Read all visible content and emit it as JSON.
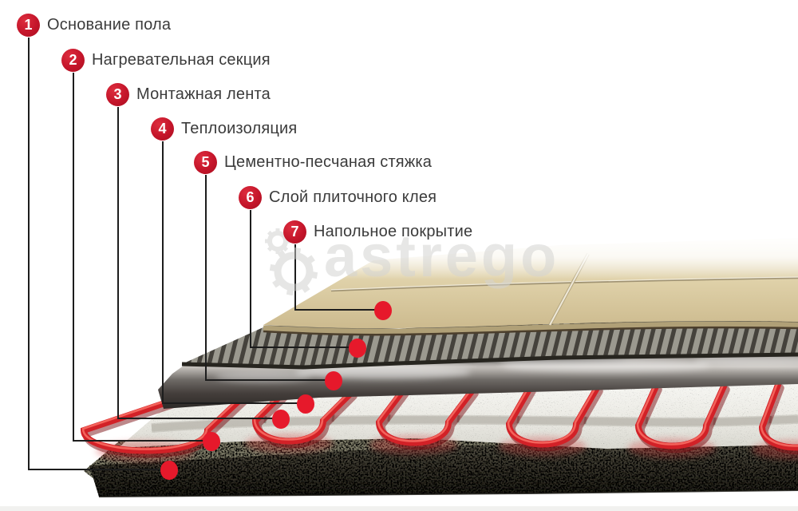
{
  "watermark": {
    "text": "astrego"
  },
  "callouts": [
    {
      "num": "1",
      "label": "Основание пола"
    },
    {
      "num": "2",
      "label": "Нагревательная секция"
    },
    {
      "num": "3",
      "label": "Монтажная лента"
    },
    {
      "num": "4",
      "label": "Теплоизоляция"
    },
    {
      "num": "5",
      "label": "Цементно-песчаная стяжка"
    },
    {
      "num": "6",
      "label": "Слой плиточного клея"
    },
    {
      "num": "7",
      "label": "Напольное покрытие"
    }
  ],
  "colors": {
    "badge_red": "#c4152a",
    "dot_red": "#e6192b",
    "cable_red": "#d22127",
    "tile_beige": "#ddcda4",
    "leader_line": "#1d1d1d",
    "label_text": "#3b3b3b"
  }
}
